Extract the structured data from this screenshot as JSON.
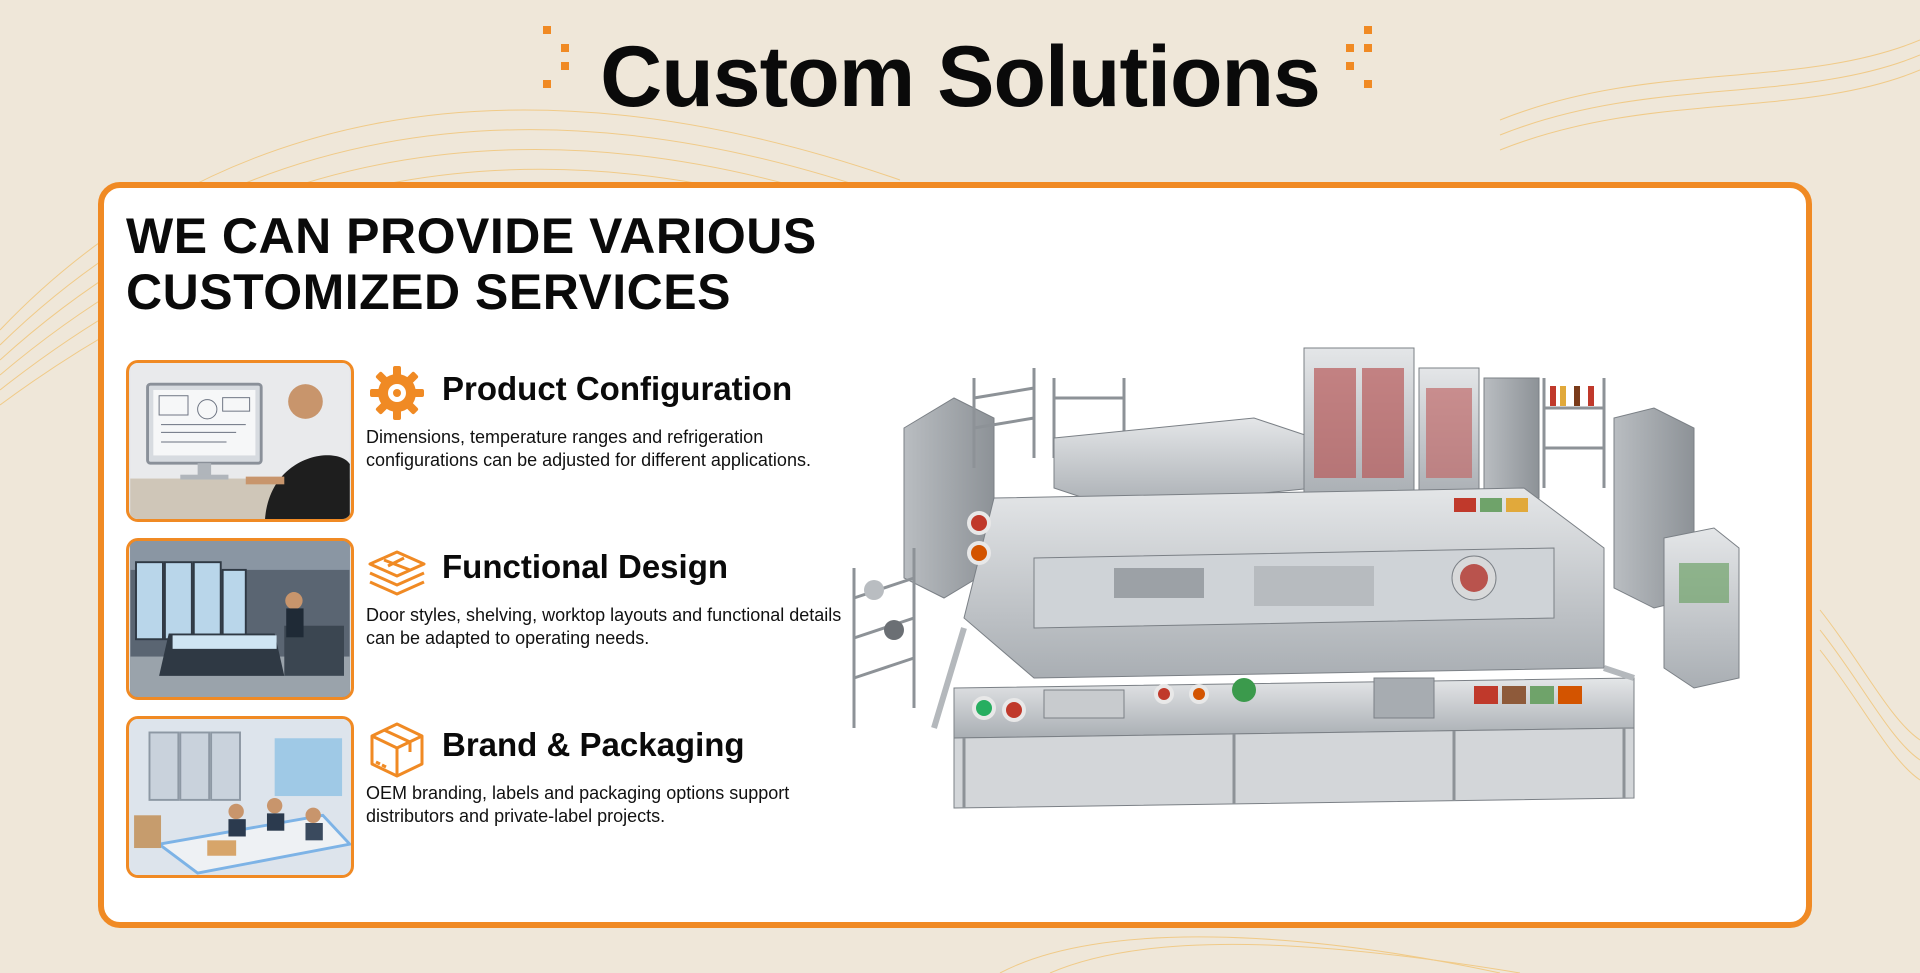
{
  "header": {
    "title": "Custom Solutions"
  },
  "card": {
    "heading_lines": [
      "WE CAN PROVIDE VARIOUS",
      "CUSTOMIZED SERVICES"
    ],
    "services": [
      {
        "icon": "gear-icon",
        "title": "Product Configuration",
        "description": "Dimensions, temperature ranges and refrigeration configurations can be adjusted for different applications."
      },
      {
        "icon": "layers-icon",
        "title": "Functional Design",
        "description": "Door styles, shelving, worktop layouts and functional details can be adapted to operating needs."
      },
      {
        "icon": "package-box-icon",
        "title": "Brand & Packaging",
        "description": "OEM branding, labels and packaging options support distributors and private-label projects."
      }
    ]
  },
  "colors": {
    "accent": "#f08a24",
    "background": "#efe7d9",
    "text": "#0a0a0a"
  }
}
